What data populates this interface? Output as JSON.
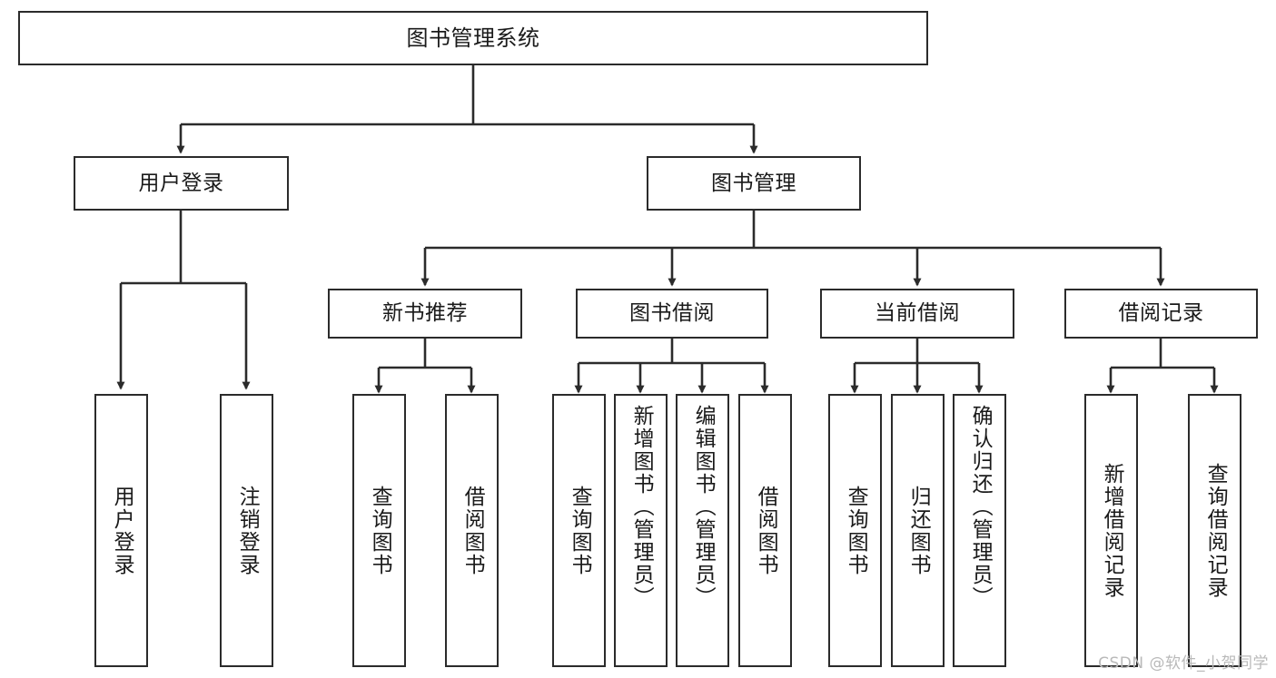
{
  "diagram": {
    "title": "图书管理系统",
    "type": "tree-hierarchy",
    "watermark": "CSDN @软件_小贺同学",
    "colors": {
      "box_border": "#2b2b2b",
      "box_fill": "#ffffff",
      "edge": "#2b2b2b",
      "text": "#1a1a1a",
      "watermark": "#b9b9b9",
      "background": "#ffffff"
    },
    "nodes": {
      "root": {
        "label": "图书管理系统",
        "level": 0
      },
      "level1": [
        {
          "id": "user-login",
          "label": "用户登录"
        },
        {
          "id": "book-management",
          "label": "图书管理"
        }
      ],
      "level2": [
        {
          "id": "new-book-recommend",
          "label": "新书推荐",
          "parent": "book-management"
        },
        {
          "id": "book-borrow",
          "label": "图书借阅",
          "parent": "book-management"
        },
        {
          "id": "current-borrow",
          "label": "当前借阅",
          "parent": "book-management"
        },
        {
          "id": "borrow-record",
          "label": "借阅记录",
          "parent": "book-management"
        }
      ],
      "leaves": [
        {
          "id": "leaf-user-login",
          "label": "用户登录",
          "parent": "user-login"
        },
        {
          "id": "leaf-logout",
          "label": "注销登录",
          "parent": "user-login"
        },
        {
          "id": "leaf-query-book-1",
          "label": "查询图书",
          "parent": "new-book-recommend"
        },
        {
          "id": "leaf-borrow-book-1",
          "label": "借阅图书",
          "parent": "new-book-recommend"
        },
        {
          "id": "leaf-query-book-2",
          "label": "查询图书",
          "parent": "book-borrow"
        },
        {
          "id": "leaf-add-book",
          "label": "新增图书（管理员）",
          "parent": "book-borrow"
        },
        {
          "id": "leaf-edit-book",
          "label": "编辑图书（管理员）",
          "parent": "book-borrow"
        },
        {
          "id": "leaf-borrow-book-2",
          "label": "借阅图书",
          "parent": "book-borrow"
        },
        {
          "id": "leaf-query-book-3",
          "label": "查询图书",
          "parent": "current-borrow"
        },
        {
          "id": "leaf-return-book",
          "label": "归还图书",
          "parent": "current-borrow"
        },
        {
          "id": "leaf-confirm-return",
          "label": "确认归还（管理员）",
          "parent": "current-borrow"
        },
        {
          "id": "leaf-add-record",
          "label": "新增借阅记录",
          "parent": "borrow-record"
        },
        {
          "id": "leaf-query-record",
          "label": "查询借阅记录",
          "parent": "borrow-record"
        }
      ]
    }
  }
}
